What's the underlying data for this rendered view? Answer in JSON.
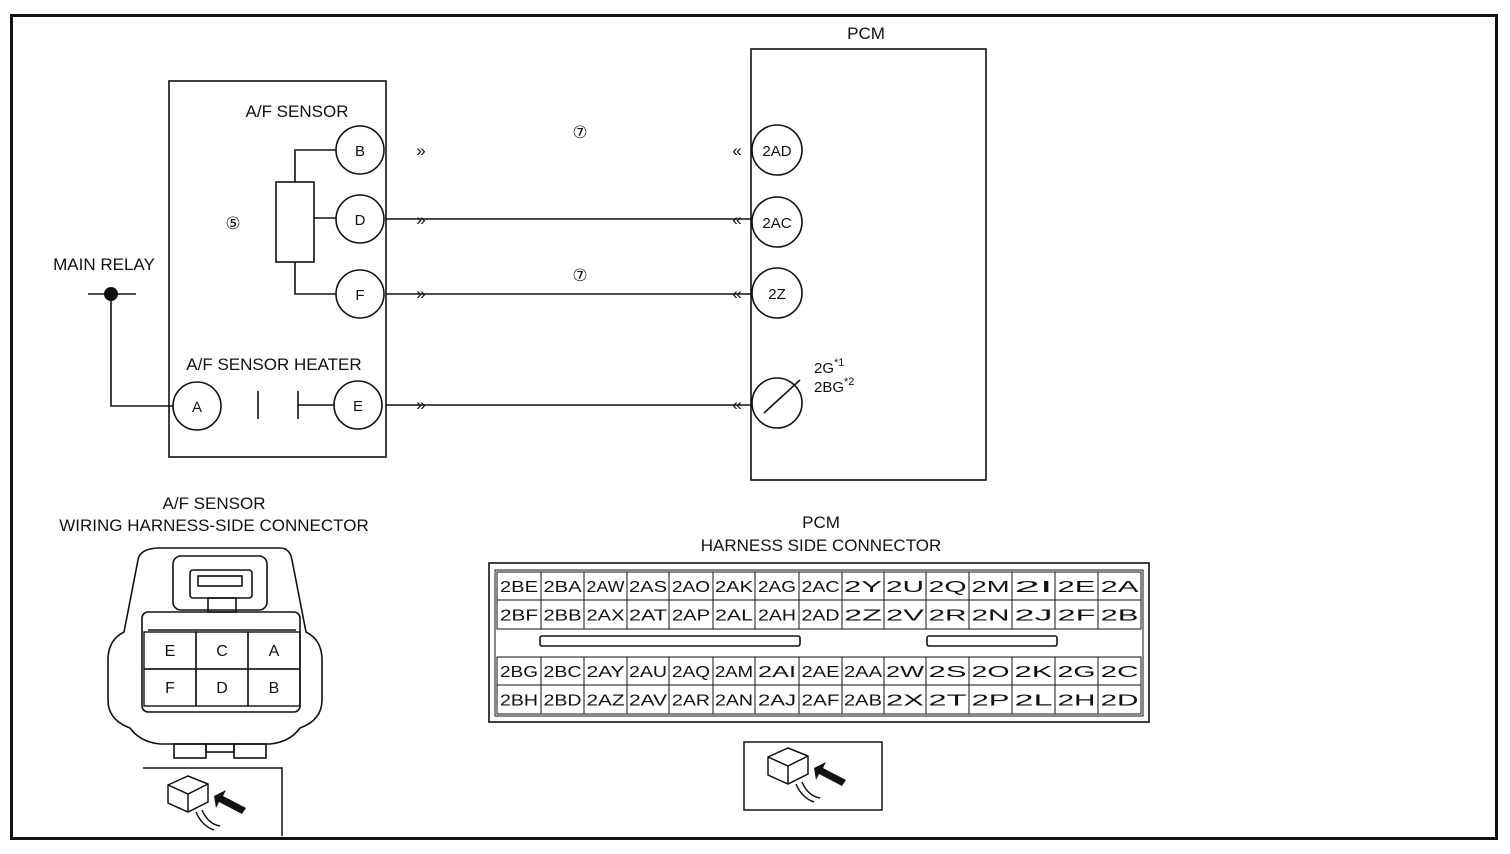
{
  "pcm": {
    "title": "PCM",
    "pins": [
      "2AD",
      "2AC",
      "2Z"
    ],
    "heater_pin_line1": "2G",
    "heater_pin_line1_sup": "*1",
    "heater_pin_line2": "2BG",
    "heater_pin_line2_sup": "*2"
  },
  "af_sensor": {
    "title": "A/F SENSOR",
    "heater_title": "A/F SENSOR HEATER",
    "pins": [
      "B",
      "D",
      "F",
      "A",
      "E"
    ],
    "ref_note": "⑤"
  },
  "main_relay": {
    "label": "MAIN RELAY"
  },
  "wire_notes": [
    "⑦",
    "⑦"
  ],
  "arrows": {
    "right": "»",
    "left": "«"
  },
  "af_connector": {
    "title_line1": "A/F SENSOR",
    "title_line2": "WIRING HARNESS-SIDE CONNECTOR",
    "cells_top": [
      "E",
      "C",
      "A"
    ],
    "cells_bottom": [
      "F",
      "D",
      "B"
    ]
  },
  "pcm_connector": {
    "title_line1": "PCM",
    "title_line2": "HARNESS SIDE CONNECTOR",
    "rows": [
      [
        "2BE",
        "2BA",
        "2AW",
        "2AS",
        "2AO",
        "2AK",
        "2AG",
        "2AC",
        "2Y",
        "2U",
        "2Q",
        "2M",
        "2I",
        "2E",
        "2A"
      ],
      [
        "2BF",
        "2BB",
        "2AX",
        "2AT",
        "2AP",
        "2AL",
        "2AH",
        "2AD",
        "2Z",
        "2V",
        "2R",
        "2N",
        "2J",
        "2F",
        "2B"
      ],
      [
        "2BG",
        "2BC",
        "2AY",
        "2AU",
        "2AQ",
        "2AM",
        "2AI",
        "2AE",
        "2AA",
        "2W",
        "2S",
        "2O",
        "2K",
        "2G",
        "2C"
      ],
      [
        "2BH",
        "2BD",
        "2AZ",
        "2AV",
        "2AR",
        "2AN",
        "2AJ",
        "2AF",
        "2AB",
        "2X",
        "2T",
        "2P",
        "2L",
        "2H",
        "2D"
      ]
    ]
  }
}
